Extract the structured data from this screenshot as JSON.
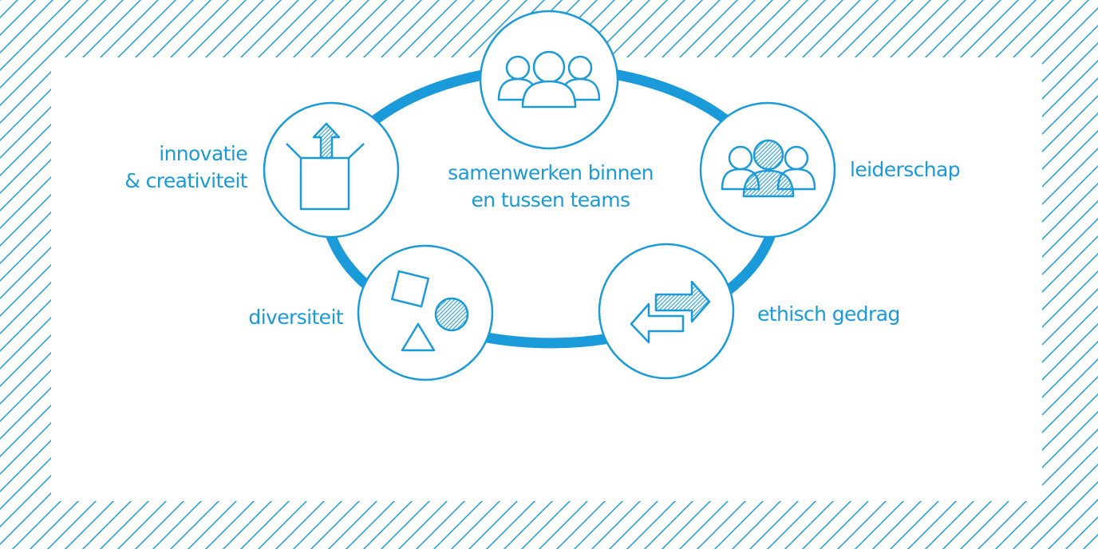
{
  "colors": {
    "accent": "#1a9ad9",
    "background": "#ffffff"
  },
  "center_label": {
    "line1": "samenwerken binnen",
    "line2": "en tussen teams"
  },
  "nodes": {
    "innovatie": {
      "line1": "innovatie",
      "line2": "& creativiteit",
      "icon": "box-with-up-arrow-icon"
    },
    "leiderschap": {
      "label": "leiderschap",
      "icon": "leader-group-icon"
    },
    "ethisch": {
      "label": "ethisch gedrag",
      "icon": "two-way-arrows-icon"
    },
    "diversiteit": {
      "label": "diversiteit",
      "icon": "mixed-shapes-icon"
    },
    "teams": {
      "icon": "people-group-icon"
    }
  }
}
